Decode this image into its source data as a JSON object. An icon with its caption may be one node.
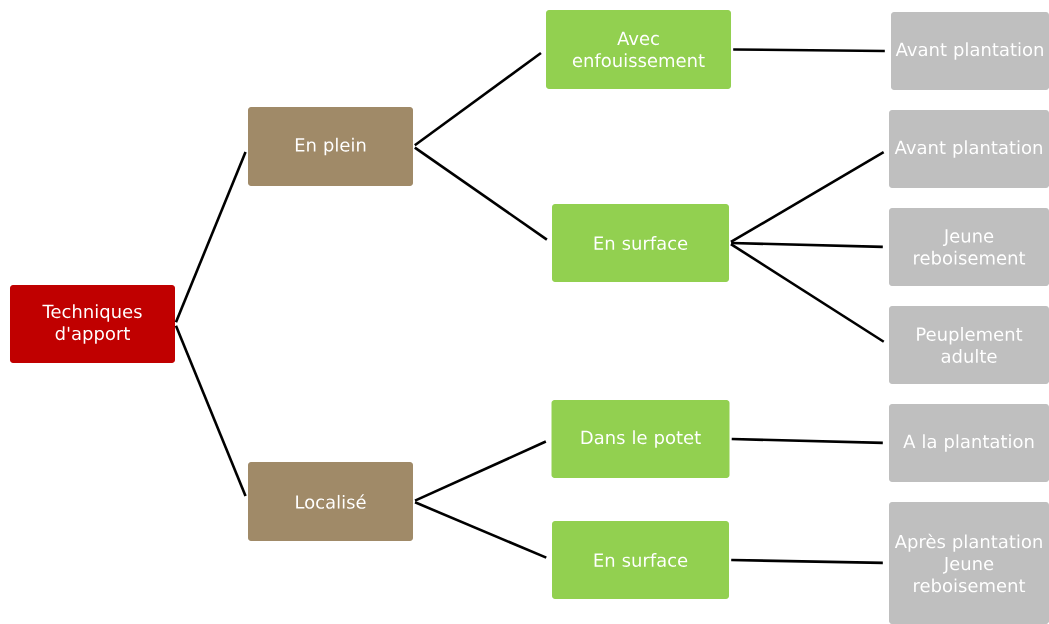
{
  "diagram": {
    "nodes": [
      {
        "text": [
          "Techniques d'apport"
        ]
      },
      {
        "text": [
          "En plein"
        ]
      },
      {
        "text": [
          "Localisé"
        ]
      },
      {
        "text": [
          "Avec enfouissement"
        ]
      },
      {
        "text": [
          "En surface"
        ]
      },
      {
        "text": [
          "Dans le potet"
        ]
      },
      {
        "text": [
          "En surface"
        ]
      },
      {
        "text": [
          "Avant plantation"
        ]
      },
      {
        "text": [
          "Avant plantation"
        ]
      },
      {
        "text": [
          "Jeune reboisement"
        ]
      },
      {
        "text": [
          "Peuplement adulte"
        ]
      },
      {
        "text": [
          "A la plantation"
        ]
      },
      {
        "text": [
          "Après plantation Jeune reboisement"
        ]
      }
    ],
    "edges": [
      {
        "from": 0,
        "to": 1,
        "arrow": "none"
      },
      {
        "from": 0,
        "to": 2,
        "arrow": "none"
      },
      {
        "from": 1,
        "to": 3,
        "arrow": "none"
      },
      {
        "from": 1,
        "to": 4,
        "arrow": "none"
      },
      {
        "from": 2,
        "to": 5,
        "arrow": "none"
      },
      {
        "from": 2,
        "to": 6,
        "arrow": "none"
      },
      {
        "from": 3,
        "to": 7,
        "arrow": "none"
      },
      {
        "from": 4,
        "to": 8,
        "arrow": "none"
      },
      {
        "from": 4,
        "to": 9,
        "arrow": "none"
      },
      {
        "from": 4,
        "to": 10,
        "arrow": "none"
      },
      {
        "from": 5,
        "to": 11,
        "arrow": "none"
      },
      {
        "from": 6,
        "to": 12,
        "arrow": "none"
      }
    ]
  }
}
